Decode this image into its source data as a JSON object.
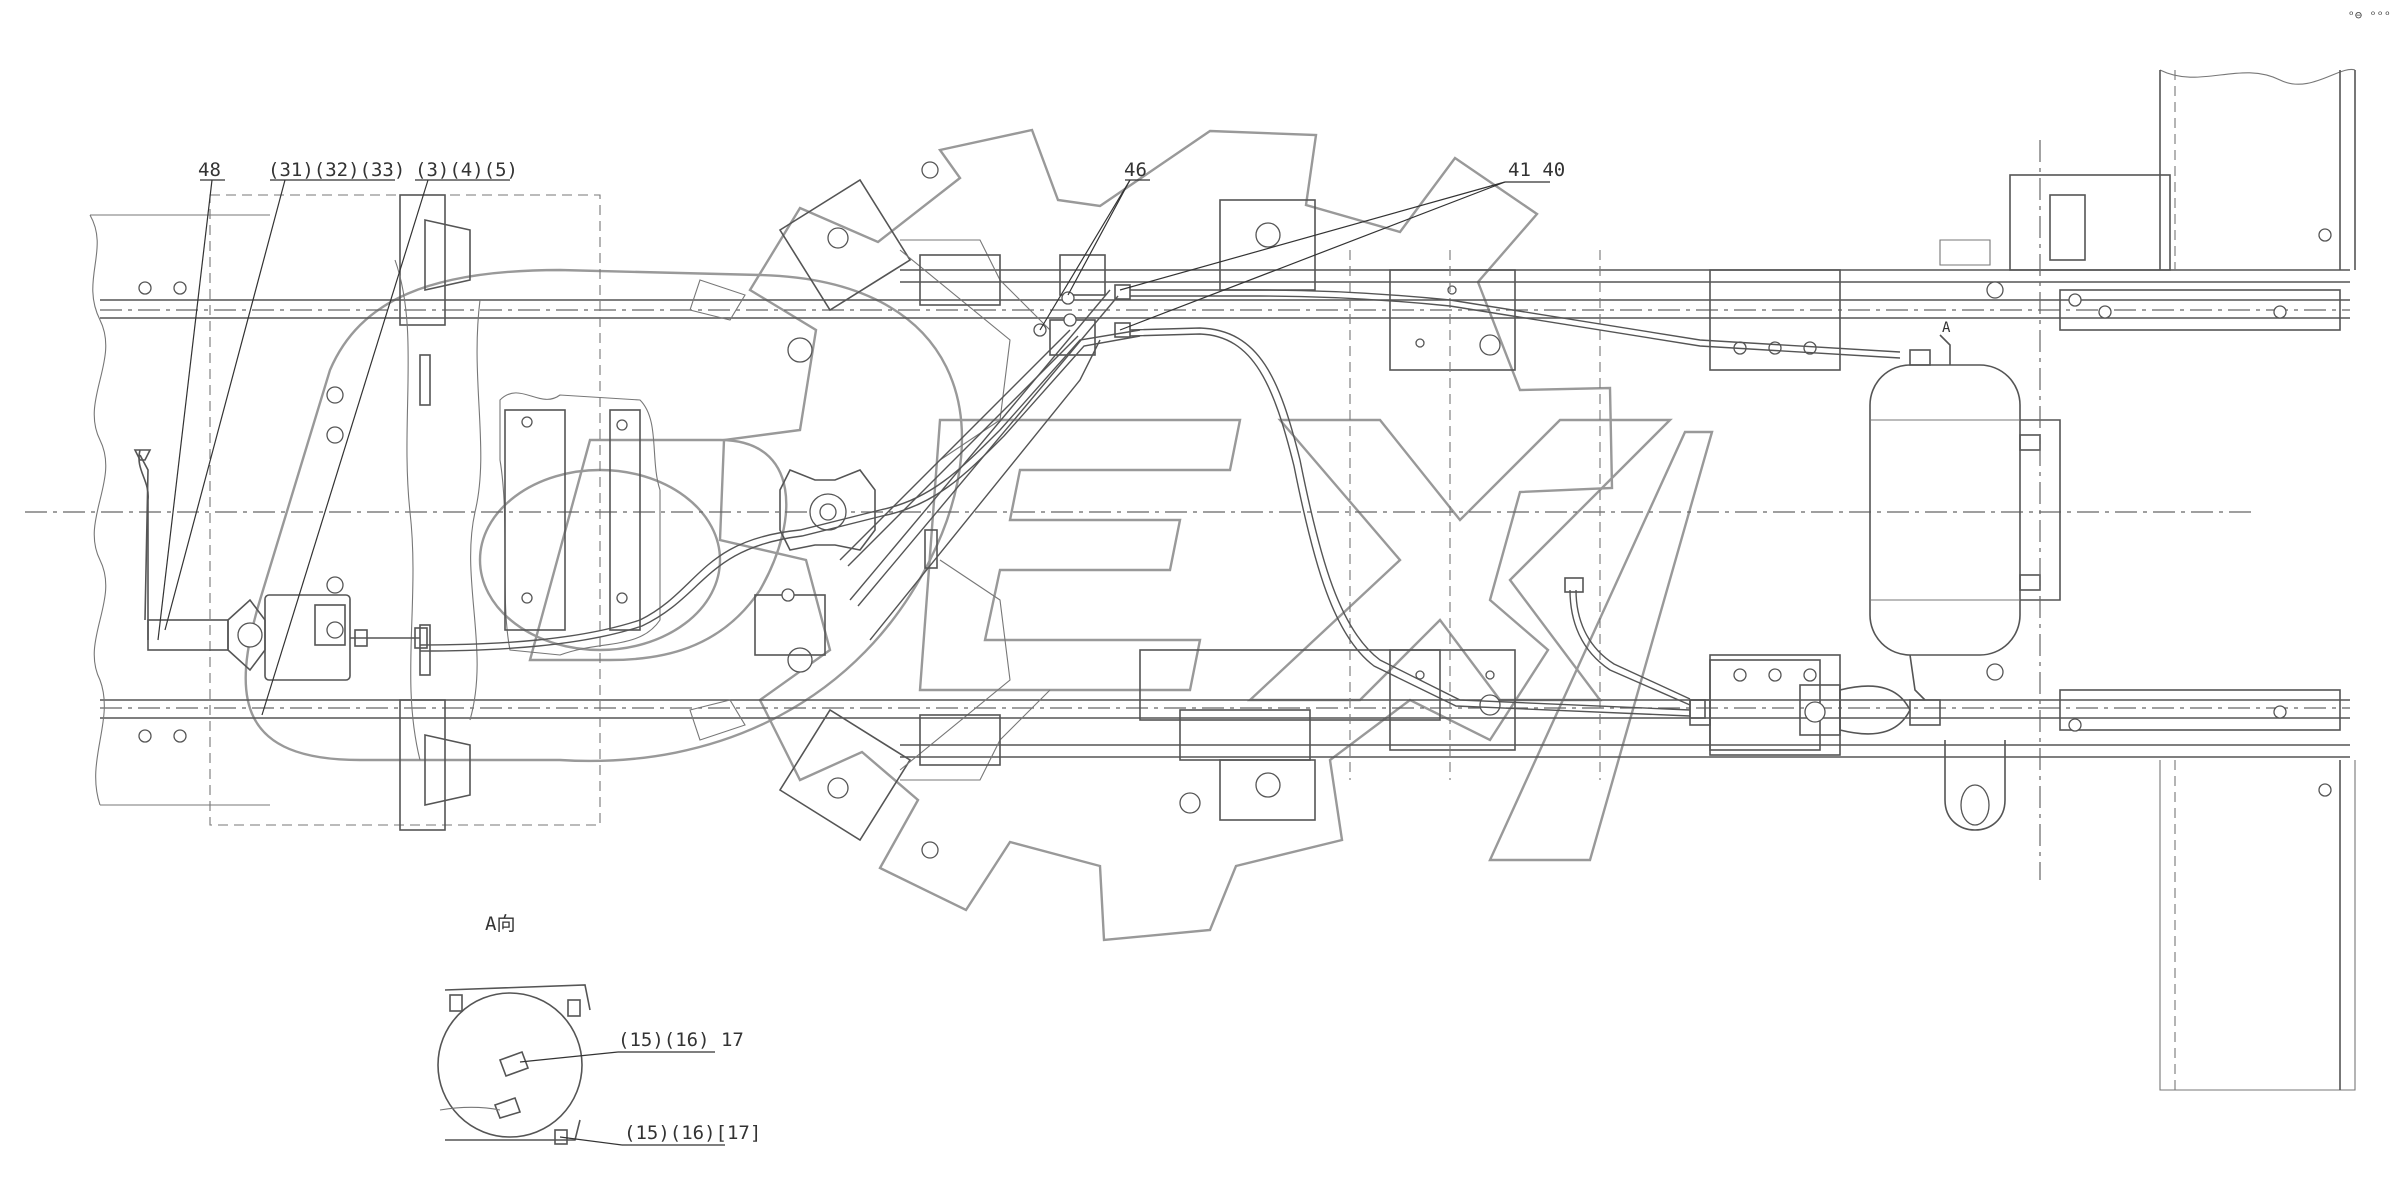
{
  "labels": {
    "item_48": "48",
    "items_31_32_33": "(31)(32)(33)",
    "items_3_4_5": "(3)(4)(5)",
    "item_46": "46",
    "items_41_40": "41 40",
    "view_a_marker": "A",
    "view_a_title": "A向",
    "detail_upper": "(15)(16) 17",
    "detail_lower": "(15)(16)[17]"
  },
  "corner_mark": "ᵒ⊖ ᵒᵒᵒ",
  "watermark_text": "DEX"
}
